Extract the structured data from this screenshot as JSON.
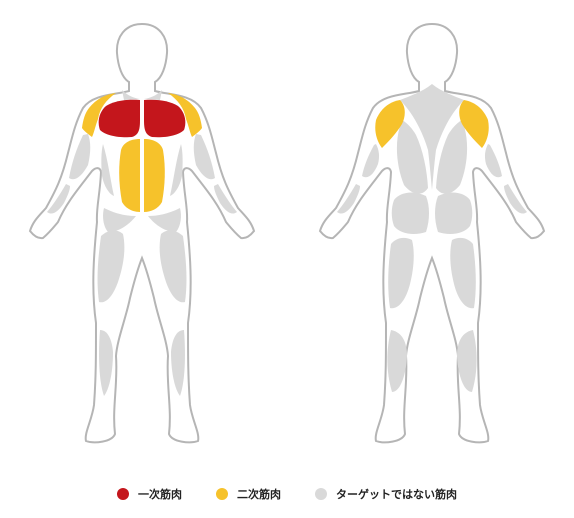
{
  "colors": {
    "primary": "#c4161c",
    "secondary": "#f6c22b",
    "non_target": "#d9d9d9",
    "outline": "#b5b5b5",
    "body_fill": "#ffffff"
  },
  "views": [
    "front",
    "back"
  ],
  "highlighted_muscles": {
    "front": {
      "primary": [
        "pectoralis-major"
      ],
      "secondary": [
        "anterior-deltoid",
        "rectus-abdominis"
      ]
    },
    "back": {
      "primary": [],
      "secondary": [
        "posterior-deltoid"
      ]
    }
  },
  "legend": [
    {
      "key": "primary",
      "label": "一次筋肉"
    },
    {
      "key": "secondary",
      "label": "二次筋肉"
    },
    {
      "key": "non_target",
      "label": "ターゲットではない筋肉"
    }
  ]
}
